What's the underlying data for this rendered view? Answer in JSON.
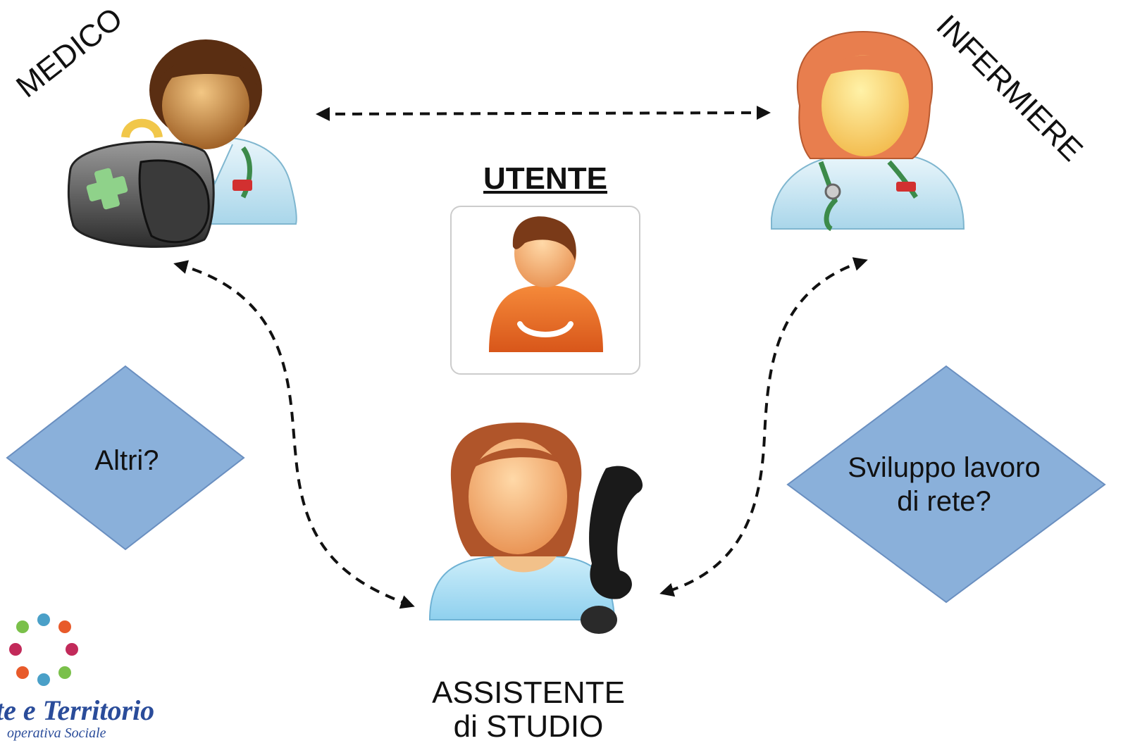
{
  "labels": {
    "medico": "MEDICO",
    "infermiere": "INFERMIERE",
    "utente": "UTENTE",
    "assistente_line1": "ASSISTENTE",
    "assistente_line2": "di STUDIO"
  },
  "diamonds": {
    "left": "Altri?",
    "right_line1": "Sviluppo lavoro",
    "right_line2": "di rete?"
  },
  "logo": {
    "name": "te e Territorio",
    "sub": "operativa Sociale"
  },
  "colors": {
    "diamond_fill": "#8ab0da",
    "diamond_stroke": "#6a8fc0",
    "arrow": "#111111"
  },
  "icons": [
    "doctor-with-bag-icon",
    "nurse-icon",
    "user-icon",
    "receptionist-phone-icon",
    "cooperative-logo-icon"
  ]
}
